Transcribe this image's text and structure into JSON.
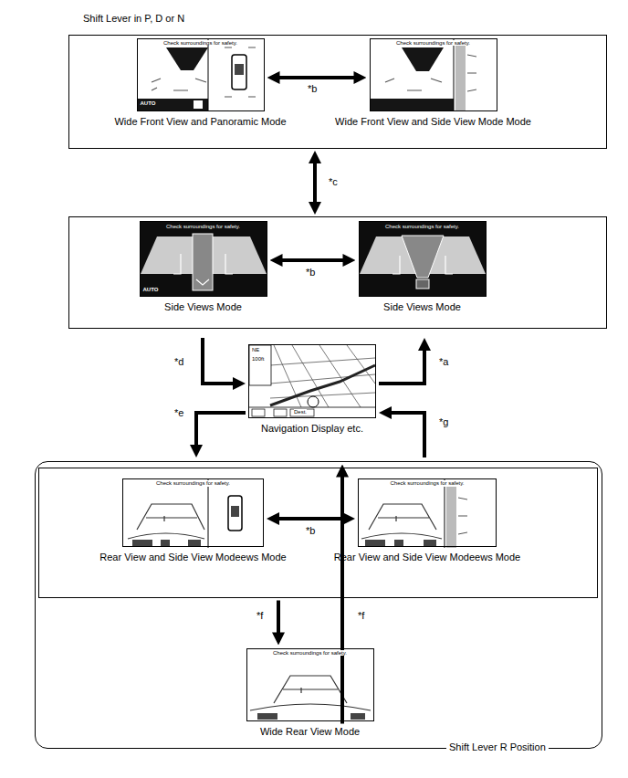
{
  "diagram": {
    "nodes": [
      {
        "text": [
          "Shift Lever in P, D or N"
        ]
      },
      {
        "text": [
          "Check surroundings for safety.",
          "AUTO",
          "Wide Front View and Panoramic Mode"
        ],
        "in": 0
      },
      {
        "text": [
          "Check surroundings for safety.",
          "Wide Front View and Side View Mode Mode"
        ],
        "in": 0
      },
      {
        "text": []
      },
      {
        "text": [
          "Check surroundings for safety.",
          "AUTO",
          "Side Views Mode"
        ],
        "in": 3
      },
      {
        "text": [
          "Check surroundings for safety.",
          "Side Views Mode"
        ],
        "in": 3
      },
      {
        "text": [
          "NE",
          "100ft",
          "Dest.",
          "Navigation Display etc."
        ]
      },
      {
        "text": [
          "Shift Lever R Position"
        ]
      },
      {
        "text": [],
        "in": 7
      },
      {
        "text": [
          "Check surroundings for safety.",
          "Rear View and Side View Modeews Mode"
        ],
        "in": 8
      },
      {
        "text": [
          "Check surroundings for safety.",
          "Rear View and Side View Modeews Mode"
        ],
        "in": 8
      },
      {
        "text": [
          "Check surroundings for safety.",
          "Wide Rear View Mode"
        ],
        "in": 7
      }
    ],
    "edges": [
      {
        "from": 1,
        "to": 2,
        "label": "*b",
        "arrow": "both"
      },
      {
        "from": 0,
        "to": 3,
        "label": "*c",
        "arrow": "both"
      },
      {
        "from": 4,
        "to": 5,
        "label": "*b",
        "arrow": "both"
      },
      {
        "from": 3,
        "to": 6,
        "label": "*d",
        "arrow": "to"
      },
      {
        "from": 6,
        "to": 3,
        "label": "*a",
        "arrow": "to"
      },
      {
        "from": 6,
        "to": 7,
        "label": "*e",
        "arrow": "to"
      },
      {
        "from": 7,
        "to": 6,
        "label": "*g",
        "arrow": "to"
      },
      {
        "from": 9,
        "to": 10,
        "label": "*b",
        "arrow": "both"
      },
      {
        "from": 8,
        "to": 11,
        "label": "*f",
        "arrow": "to"
      },
      {
        "from": 11,
        "to": 8,
        "label": "*f",
        "arrow": "to"
      }
    ]
  }
}
